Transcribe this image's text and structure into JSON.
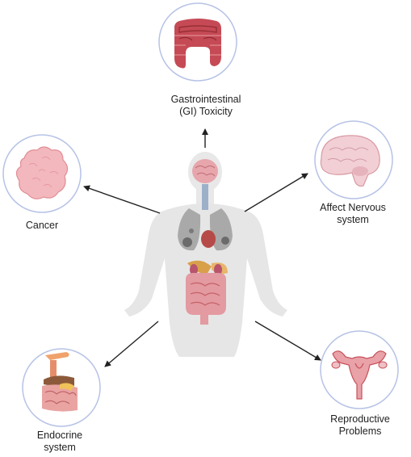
{
  "labels": {
    "gi": "Gastrointestinal\n(GI) Toxicity",
    "cancer": "Cancer",
    "nervous": "Affect Nervous\nsystem",
    "endocrine": "Endocrine\nsystem",
    "reproductive": "Reproductive\nProblems"
  },
  "icons": {
    "center": "human-body-icon",
    "gi": "intestine-icon",
    "cancer": "tumor-icon",
    "nervous": "brain-icon",
    "endocrine": "digestive-system-icon",
    "reproductive": "uterus-icon"
  },
  "colors": {
    "circle_border": "#b7c3e6",
    "organ_pink": "#e8a2a8",
    "organ_dark": "#c7505a",
    "body_gray": "#e6e6e6",
    "arrow": "#222222"
  }
}
